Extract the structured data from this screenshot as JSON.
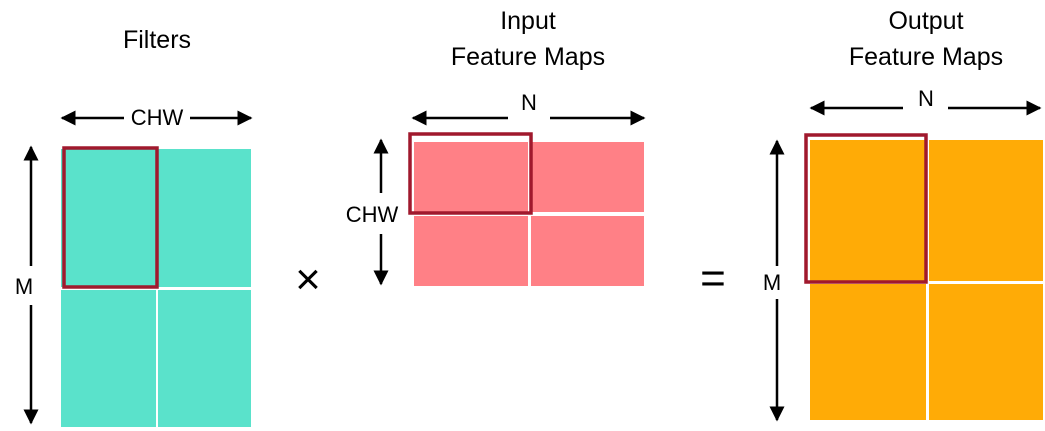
{
  "filters": {
    "title": "Filters",
    "width_label": "CHW",
    "height_label": "M",
    "fill_color": "#5ae2cb"
  },
  "input": {
    "title_line1": "Input",
    "title_line2": "Feature Maps",
    "width_label": "N",
    "height_label": "CHW",
    "fill_color": "#ff8086"
  },
  "output": {
    "title_line1": "Output",
    "title_line2": "Feature Maps",
    "width_label": "N",
    "height_label": "M",
    "fill_color": "#ffab06"
  },
  "operators": {
    "multiply": "×",
    "equals": "="
  },
  "highlight_color": "#a0192d"
}
